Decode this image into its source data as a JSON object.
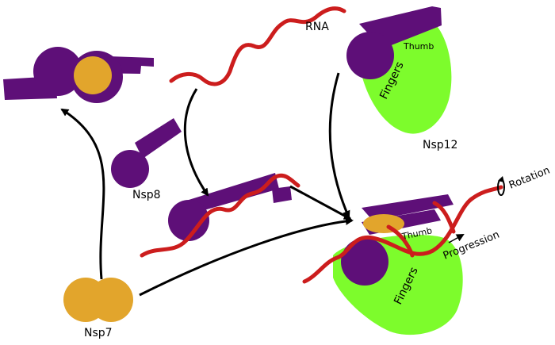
{
  "labels": {
    "rna": "RNA",
    "thumb_top": "Thumb",
    "fingers_top": "Fingers",
    "nsp12": "Nsp12",
    "nsp8": "Nsp8",
    "nsp7": "Nsp7",
    "thumb_bottom": "Thumb",
    "fingers_bottom": "Fingers",
    "progression": "Progression",
    "rotation": "Rotation"
  },
  "colors": {
    "purple": "#5e0f78",
    "gold": "#e2a52c",
    "green": "#7dfc2c",
    "rna_red": "#cc1d1d",
    "arrow": "#000000"
  }
}
